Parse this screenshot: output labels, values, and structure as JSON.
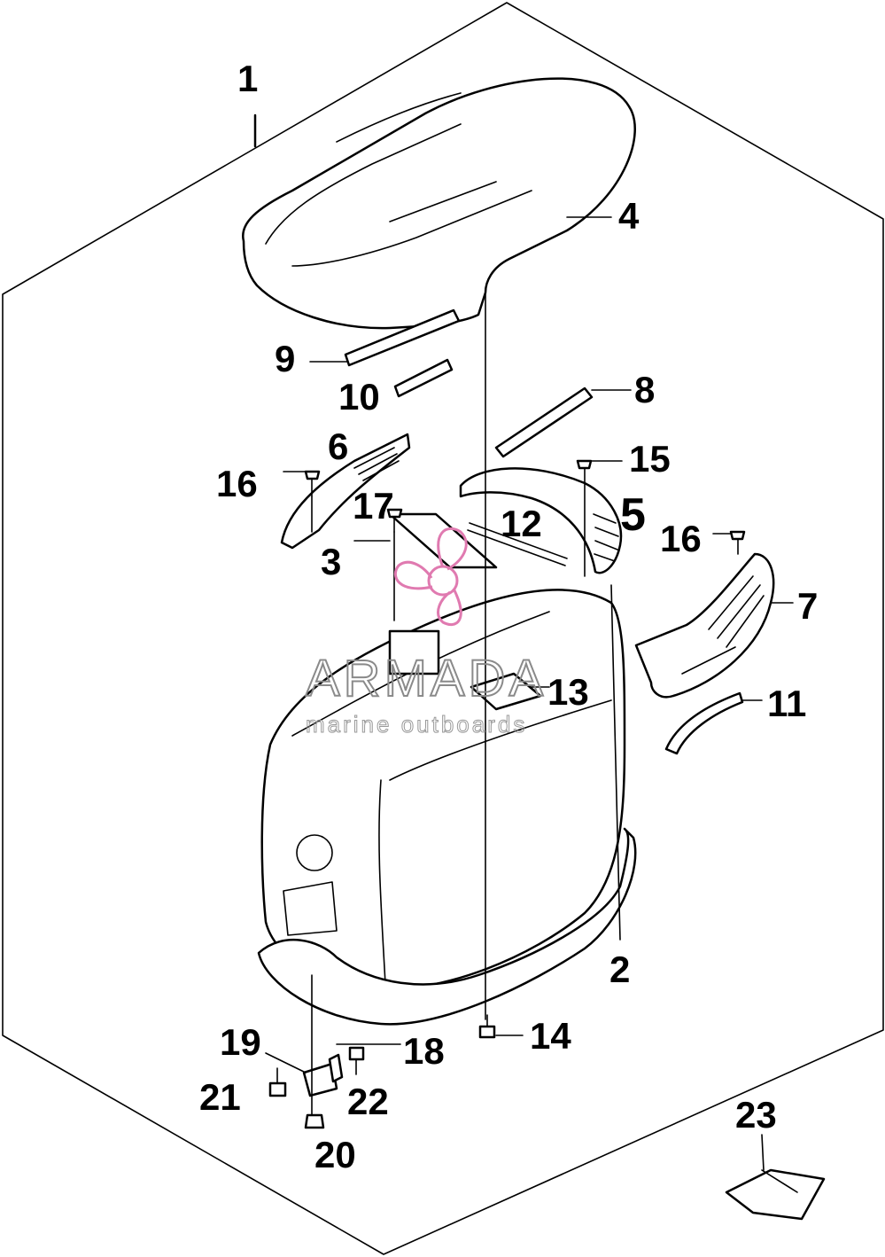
{
  "callouts": {
    "c1": "1",
    "c2": "2",
    "c3": "3",
    "c4": "4",
    "c5": "5",
    "c6": "6",
    "c7": "7",
    "c8": "8",
    "c9": "9",
    "c10": "10",
    "c11": "11",
    "c12": "12",
    "c13": "13",
    "c14": "14",
    "c15": "15",
    "c16a": "16",
    "c16b": "16",
    "c17": "17",
    "c18": "18",
    "c19": "19",
    "c20": "20",
    "c21": "21",
    "c22": "22",
    "c23": "23"
  },
  "watermark": {
    "brand": "ARMADA",
    "tagline": "marine outboards",
    "logo_icon": "propeller-logo-icon",
    "logo_color": "#e07ab0"
  },
  "colors": {
    "line": "#000000",
    "background": "#ffffff",
    "watermark_text": "#8a8a8a"
  }
}
